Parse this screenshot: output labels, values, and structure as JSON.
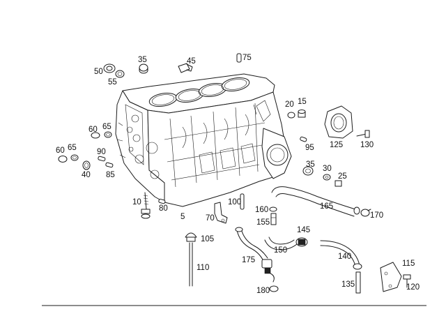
{
  "diagram": {
    "labels": [
      {
        "id": "p5",
        "text": "5"
      },
      {
        "id": "p10",
        "text": "10"
      },
      {
        "id": "p15",
        "text": "15"
      },
      {
        "id": "p20",
        "text": "20"
      },
      {
        "id": "p25",
        "text": "25"
      },
      {
        "id": "p30",
        "text": "30"
      },
      {
        "id": "p35a",
        "text": "35"
      },
      {
        "id": "p35b",
        "text": "35"
      },
      {
        "id": "p40",
        "text": "40"
      },
      {
        "id": "p45",
        "text": "45"
      },
      {
        "id": "p50",
        "text": "50"
      },
      {
        "id": "p55",
        "text": "55"
      },
      {
        "id": "p60a",
        "text": "60"
      },
      {
        "id": "p60b",
        "text": "60"
      },
      {
        "id": "p65a",
        "text": "65"
      },
      {
        "id": "p65b",
        "text": "65"
      },
      {
        "id": "p70",
        "text": "70"
      },
      {
        "id": "p75",
        "text": "75"
      },
      {
        "id": "p80",
        "text": "80"
      },
      {
        "id": "p85",
        "text": "85"
      },
      {
        "id": "p90",
        "text": "90"
      },
      {
        "id": "p95",
        "text": "95"
      },
      {
        "id": "p100",
        "text": "100"
      },
      {
        "id": "p105",
        "text": "105"
      },
      {
        "id": "p110",
        "text": "110"
      },
      {
        "id": "p115",
        "text": "115"
      },
      {
        "id": "p120",
        "text": "120"
      },
      {
        "id": "p125",
        "text": "125"
      },
      {
        "id": "p130",
        "text": "130"
      },
      {
        "id": "p135",
        "text": "135"
      },
      {
        "id": "p140",
        "text": "140"
      },
      {
        "id": "p145",
        "text": "145"
      },
      {
        "id": "p150",
        "text": "150"
      },
      {
        "id": "p155",
        "text": "155"
      },
      {
        "id": "p160",
        "text": "160"
      },
      {
        "id": "p165",
        "text": "165"
      },
      {
        "id": "p170",
        "text": "170"
      },
      {
        "id": "p175",
        "text": "175"
      },
      {
        "id": "p180",
        "text": "180"
      }
    ]
  }
}
